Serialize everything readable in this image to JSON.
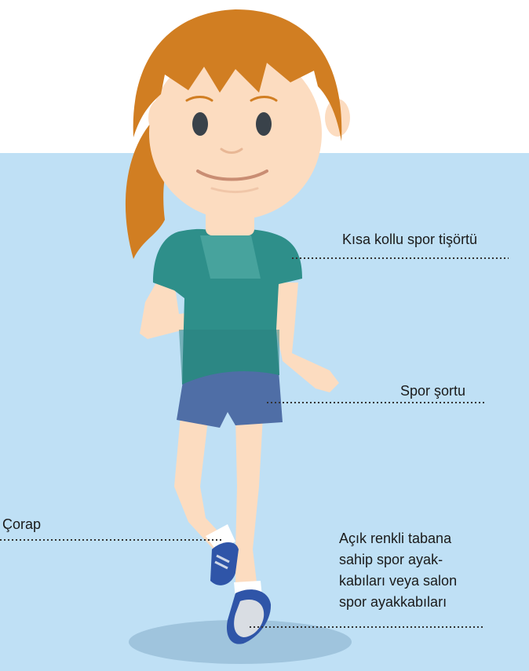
{
  "labels": {
    "tshirt": "Kısa kollu spor tişörtü",
    "shorts": "Spor şortu",
    "sock": "Çorap",
    "shoes_lines": [
      "Açık renkli tabana",
      "sahip spor ayak-",
      "kabıları veya salon",
      "spor ayakkabıları"
    ]
  },
  "colors": {
    "background": "#bfe0f5",
    "hair": "#d17e22",
    "skin": "#fcdcc0",
    "tshirt": "#2e8f8a",
    "shorts": "#4f6ea6",
    "shoes": "#2f55a8",
    "shadow": "#9fc4dd"
  }
}
